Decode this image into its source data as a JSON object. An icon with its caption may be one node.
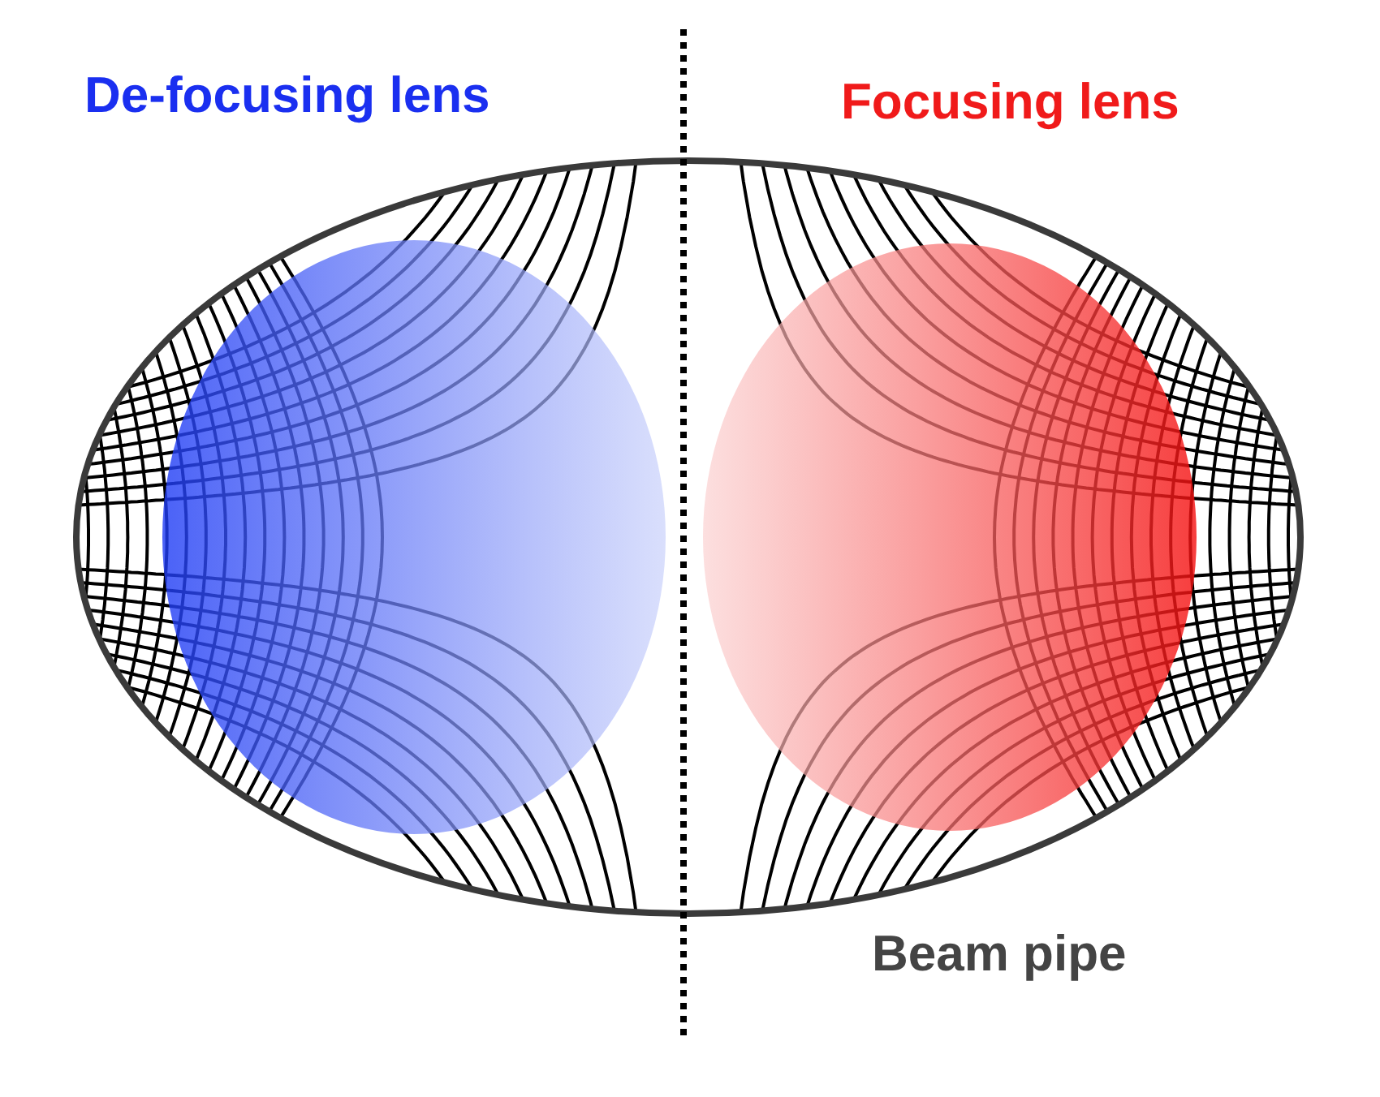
{
  "diagram": {
    "labels": [
      "De-focusing lens",
      "Focusing lens",
      "Beam pipe"
    ]
  }
}
